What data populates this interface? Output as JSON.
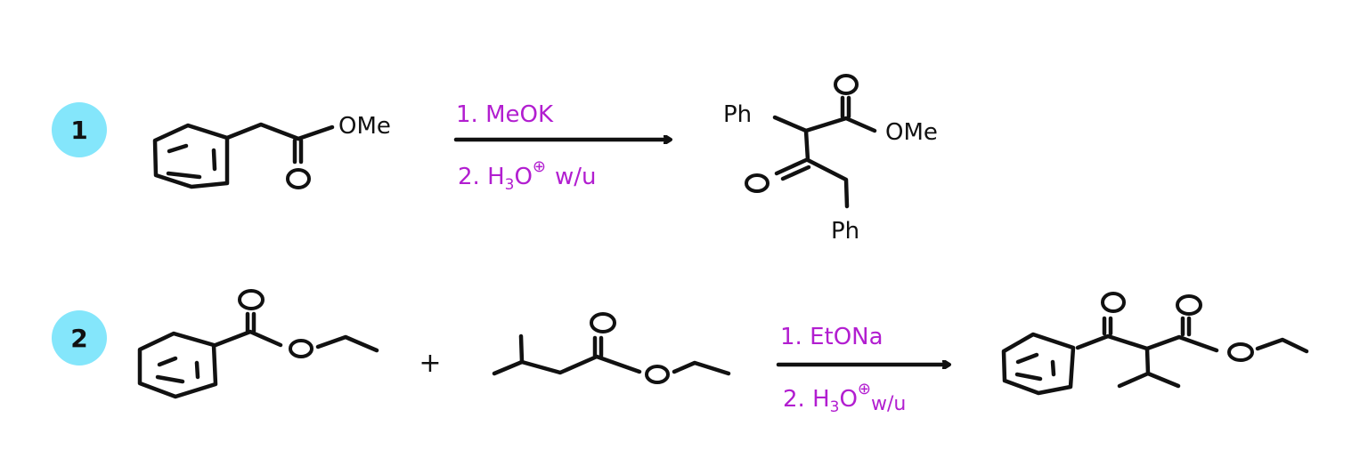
{
  "colors": {
    "badge_fill": "#84e6fb",
    "reagent_text": "#b21ed0",
    "ink": "#111111",
    "background": "#ffffff"
  },
  "reactions": [
    {
      "number": "1",
      "reactants": [
        {
          "name": "methyl phenylacetate",
          "labels": {
            "ester_oxygen": "OMe",
            "carbonyl_oxygen": "O"
          }
        }
      ],
      "arrow": {
        "step1": "1. MeOK",
        "step2_prefix": "2. H",
        "step2_sub": "3",
        "step2_suffix": "O",
        "step2_charge": "⊕",
        "step2_workup": "w/u"
      },
      "product": {
        "name": "Claisen condensation product",
        "labels": {
          "ph_top": "Ph",
          "carbonyl_oxygen_top": "O",
          "ester": "OMe",
          "ketone_oxygen": "O",
          "ph_bottom": "Ph"
        }
      }
    },
    {
      "number": "2",
      "reactants": [
        {
          "name": "ethyl benzoate",
          "labels": {
            "carbonyl_oxygen": "O",
            "ester_oxygen": "O"
          }
        },
        {
          "name": "ethyl 3-methylbutanoate",
          "labels": {
            "carbonyl_oxygen": "O",
            "ester_oxygen": "O"
          }
        }
      ],
      "plus": "+",
      "arrow": {
        "step1": "1. EtONa",
        "step2_prefix": "2. H",
        "step2_sub": "3",
        "step2_suffix": "O",
        "step2_charge": "⊕",
        "step2_workup": "w/u"
      },
      "product": {
        "name": "crossed Claisen product",
        "labels": {
          "ketone_oxygen": "O",
          "carbonyl_oxygen": "O",
          "ester_oxygen": "O"
        }
      }
    }
  ]
}
